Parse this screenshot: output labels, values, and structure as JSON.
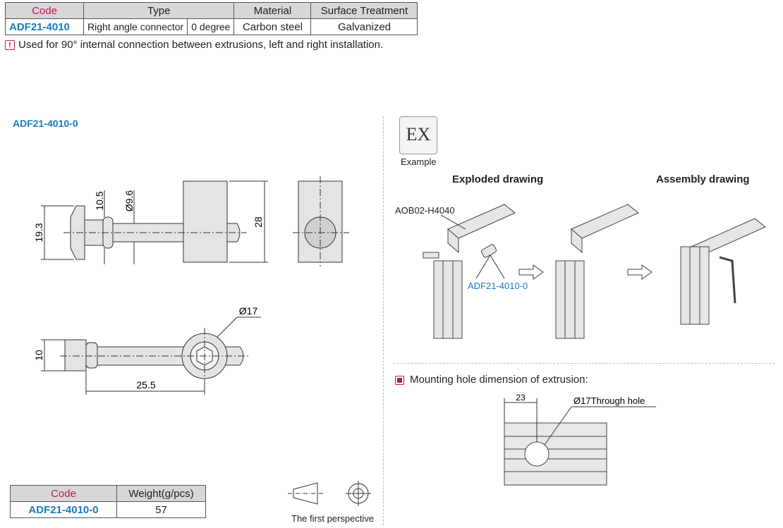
{
  "spec_table": {
    "headers": {
      "code": "Code",
      "type": "Type",
      "material": "Material",
      "surface": "Surface Treatment"
    },
    "row": {
      "code": "ADF21-4010",
      "type": "Right angle connector",
      "angle": "0 degree",
      "material": "Carbon steel",
      "surface": "Galvanized"
    }
  },
  "note": "Used for 90° internal connection between extrusions, left and right installation.",
  "part_title": "ADF21-4010-0",
  "dimensions": {
    "d1": "10.5",
    "d2": "Ø9.6",
    "d3": "19.3",
    "d4": "28",
    "d5": "Ø17",
    "d6": "10",
    "d7": "25.5"
  },
  "example": {
    "badge": "EX",
    "label": "Example"
  },
  "exploded_title": "Exploded drawing",
  "assembly_title": "Assembly drawing",
  "labels": {
    "extrusion": "AOB02-H4040",
    "connector": "ADF21-4010-0"
  },
  "mounting": {
    "title": "Mounting hole dimension of extrusion:",
    "dim": "23",
    "hole": "Ø17Through hole"
  },
  "weight_table": {
    "headers": {
      "code": "Code",
      "weight": "Weight(g/pcs)"
    },
    "row": {
      "code": "ADF21-4010-0",
      "weight": "57"
    }
  },
  "perspective": "The first perspective",
  "colors": {
    "accent_blue": "#1a7bbf",
    "accent_pink": "#c2185b",
    "header_gray": "#d7d7d7"
  }
}
